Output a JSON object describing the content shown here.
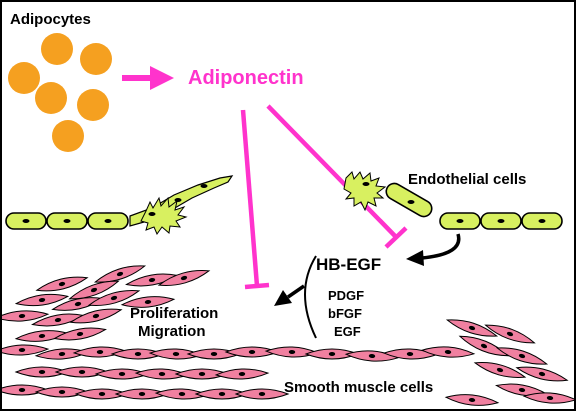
{
  "labels": {
    "adipocytes": "Adipocytes",
    "adiponectin": "Adiponectin",
    "endothelial_cells": "Endothelial cells",
    "hb_egf": "HB-EGF",
    "pdgf": "PDGF",
    "bfgf": "bFGF",
    "egf": "EGF",
    "proliferation": "Proliferation",
    "migration": "Migration",
    "smooth_muscle_cells": "Smooth muscle cells"
  },
  "colors": {
    "adipocyte": "#f5a020",
    "adiponectin": "#ff33cc",
    "endothelial": "#d8f060",
    "smooth_muscle": "#f080a0",
    "nucleus": "#000000",
    "outline": "#000000"
  }
}
